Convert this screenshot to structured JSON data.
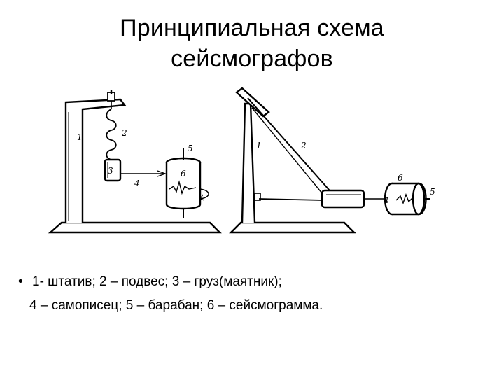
{
  "title": {
    "line1": "Принципиальная схема",
    "line2": "сейсмографов"
  },
  "figure": {
    "left": {
      "labels": [
        "1",
        "2",
        "3",
        "4",
        "5",
        "6"
      ]
    },
    "right": {
      "labels": [
        "1",
        "2",
        "4",
        "5",
        "6"
      ]
    }
  },
  "legend": {
    "bullet": "•",
    "line1": "1- штатив; 2 – подвес; 3 – груз(маятник);",
    "line2": "4 – самописец; 5 – барабан; 6 – сейсмограмма."
  },
  "colors": {
    "ink": "#000000",
    "background": "#ffffff"
  }
}
